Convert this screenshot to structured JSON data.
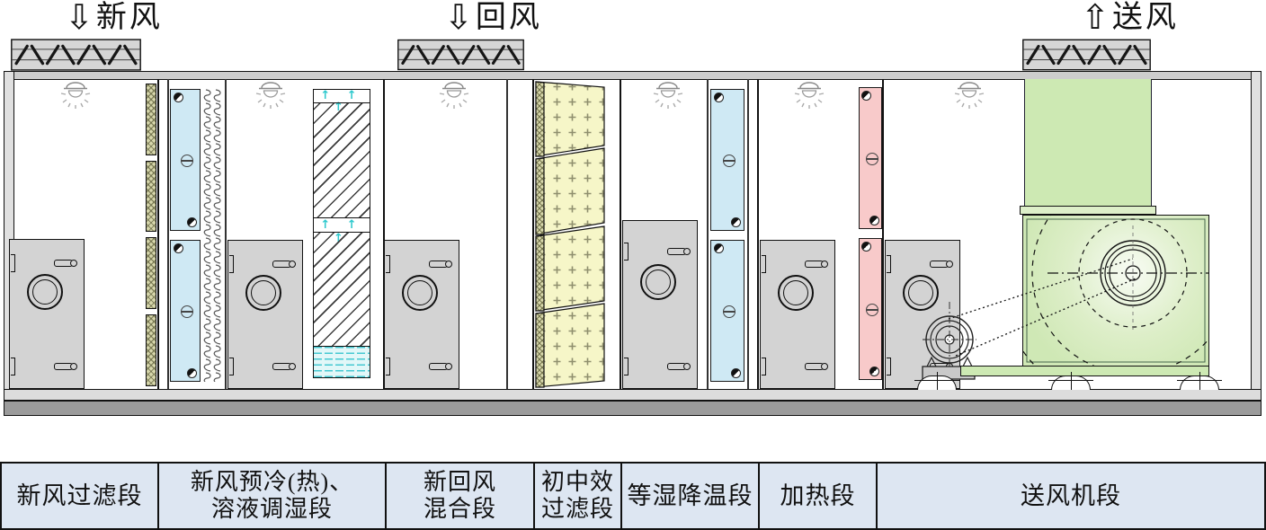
{
  "flow_markers": [
    {
      "name": "fresh-air",
      "arrow_glyph": "⇩",
      "label": "新风",
      "direction": "in"
    },
    {
      "name": "return-air",
      "arrow_glyph": "⇩",
      "label": "回风",
      "direction": "in"
    },
    {
      "name": "supply-air",
      "arrow_glyph": "⇧",
      "label": "送风",
      "direction": "out"
    }
  ],
  "section_labels": [
    {
      "lines": [
        "新风过滤段"
      ]
    },
    {
      "lines": [
        "新风预冷(热)、",
        "溶液调湿段"
      ]
    },
    {
      "lines": [
        "新回风",
        "混合段"
      ]
    },
    {
      "lines": [
        "初中效",
        "过滤段"
      ]
    },
    {
      "lines": [
        "等湿降温段"
      ]
    },
    {
      "lines": [
        "加热段"
      ]
    },
    {
      "lines": [
        "送风机段"
      ]
    }
  ],
  "icons": {
    "spray_arrows_glyph": "↑ ↑ ↑"
  },
  "colors": {
    "cooling_coil": "#cfe9f4",
    "heating_coil": "#f8caca",
    "bag_filter": "#f6f6c8",
    "fan_green": "#cde9b3",
    "spray_cyan": "#2bc8cd",
    "label_bar": "#dde6f2",
    "door_gray": "#d3d3d3",
    "base_gray": "#9b9b9b"
  }
}
